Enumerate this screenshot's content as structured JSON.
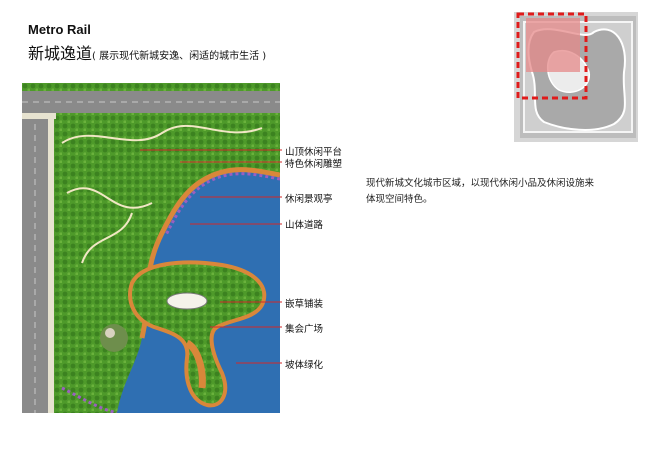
{
  "header": {
    "title": "Metro Rail",
    "subtitle_main": "新城逸道",
    "subtitle_note": "( 展示现代新城安逸、闲适的城市生活 )"
  },
  "description": {
    "line1": "现代新城文化城市区域，以现代休闲小品及休闲设施来",
    "line2": "体现空间特色。"
  },
  "callouts": [
    {
      "label": "山顶休闲平台"
    },
    {
      "label": "特色休闲雕塑"
    },
    {
      "label": "休闲景观亭"
    },
    {
      "label": "山体道路"
    },
    {
      "label": "嵌草铺装"
    },
    {
      "label": "集会广场"
    },
    {
      "label": "坡体绿化"
    }
  ],
  "colors": {
    "callout_line": "#d22a2a",
    "highlight_box": "#e01b1b",
    "water": "#2f6fb2",
    "grass": "#4e9a2a",
    "path": "#d9873a",
    "road": "#8a8a8a"
  }
}
